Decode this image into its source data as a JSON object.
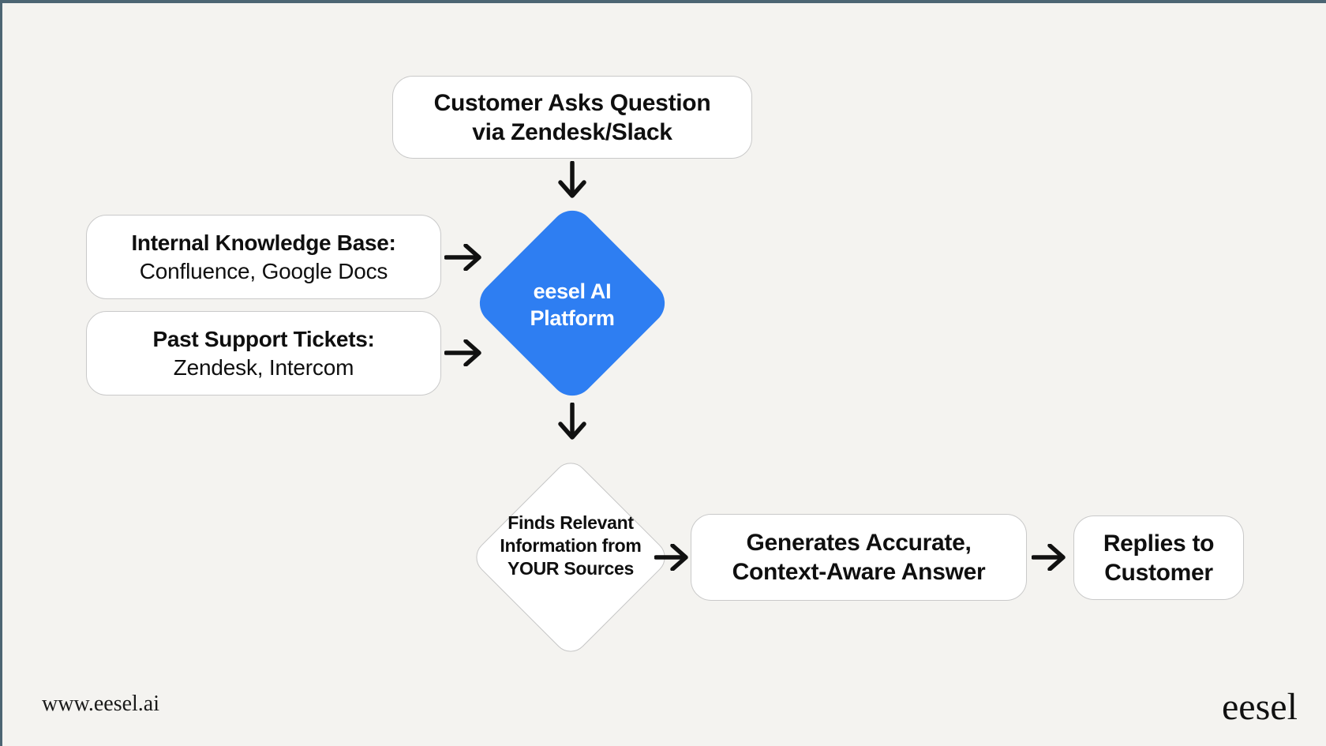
{
  "page": {
    "background_color": "#f4f3f0",
    "frame_color": "#4c6573",
    "accent_color": "#2e7ef2"
  },
  "flowchart": {
    "top_box": {
      "lines": [
        "Customer Asks Question",
        "via Zendesk/Slack"
      ]
    },
    "platform_diamond": {
      "color": "#2e7ef2",
      "lines": [
        "eesel AI",
        "Platform"
      ]
    },
    "source_boxes": [
      {
        "title": "Internal Knowledge Base:",
        "subtitle": "Confluence, Google Docs"
      },
      {
        "title": "Past Support Tickets:",
        "subtitle": "Zendesk, Intercom"
      }
    ],
    "finds_diamond": {
      "lines": [
        "Finds Relevant",
        "Information from",
        "YOUR Sources"
      ]
    },
    "answer_box": {
      "lines": [
        "Generates Accurate,",
        "Context-Aware Answer"
      ]
    },
    "reply_box": {
      "lines": [
        "Replies to",
        "Customer"
      ]
    }
  },
  "footer": {
    "url": "www.eesel.ai",
    "logo": "eesel"
  }
}
